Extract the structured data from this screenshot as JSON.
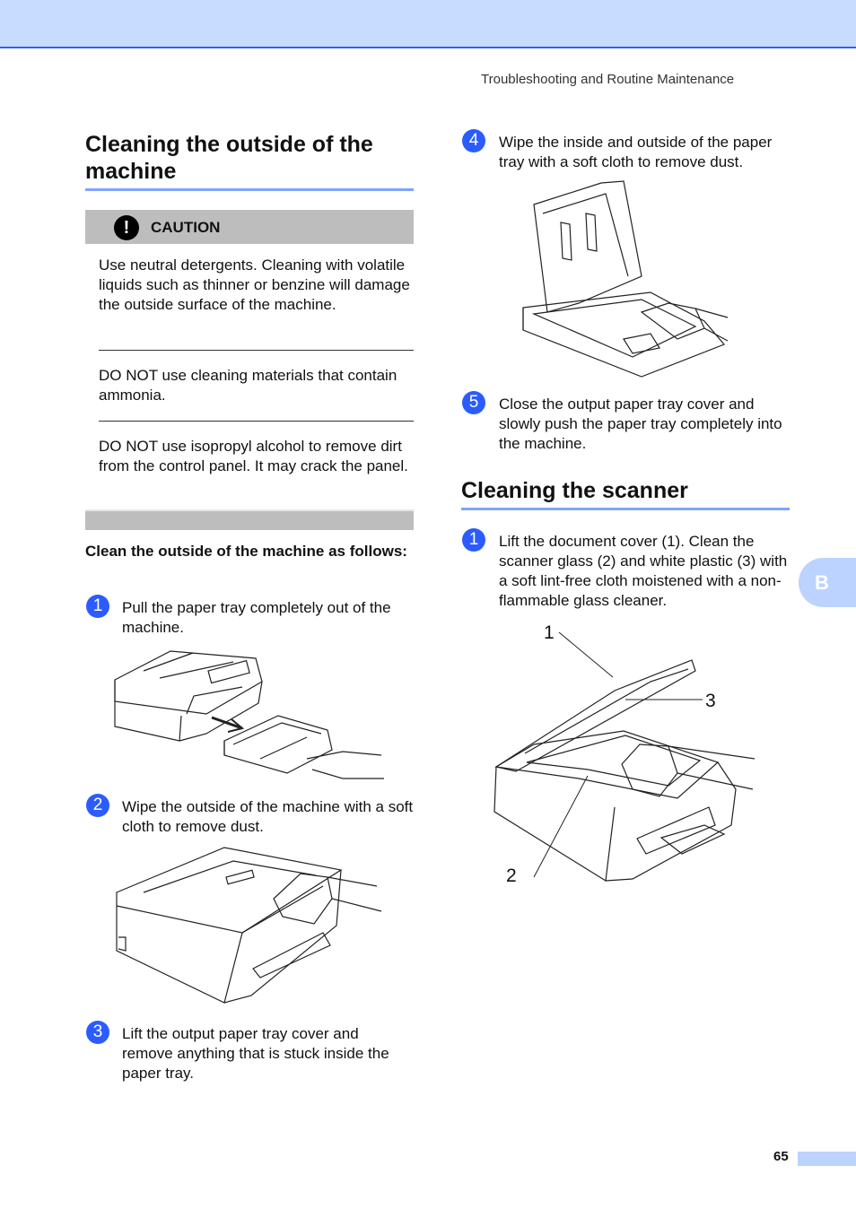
{
  "header": {
    "running_head": "Troubleshooting and Routine Maintenance"
  },
  "left": {
    "title": "Cleaning the outside of the machine",
    "caution": {
      "label": "CAUTION",
      "paragraphs": [
        "Use neutral detergents. Cleaning with volatile liquids such as thinner or benzine will damage the outside surface of the machine.",
        "DO NOT use cleaning materials that contain ammonia.",
        "DO NOT use isopropyl alcohol to remove dirt from the control panel. It may crack the panel."
      ]
    },
    "subheading": "Clean the outside of the machine as follows:",
    "steps": [
      {
        "num": "1",
        "text": "Pull the paper tray completely out of the machine."
      },
      {
        "num": "2",
        "text": "Wipe the outside of the machine with a soft cloth to remove dust."
      },
      {
        "num": "3",
        "text": "Lift the output paper tray cover and remove anything that is stuck inside the paper tray."
      }
    ]
  },
  "right": {
    "steps": [
      {
        "num": "4",
        "text": "Wipe the inside and outside of the paper tray with a soft cloth to remove dust."
      },
      {
        "num": "5",
        "text": "Close the output paper tray cover and slowly push the paper tray completely into the machine."
      }
    ],
    "scanner_title": "Cleaning the scanner",
    "scanner_steps": [
      {
        "num": "1",
        "text": "Lift the document cover (1). Clean the scanner glass (2) and white plastic (3) with a soft lint-free cloth moistened with a non-flammable glass cleaner."
      }
    ],
    "callouts": [
      "1",
      "3",
      "2"
    ]
  },
  "side_tab": "B",
  "footer": {
    "page_number": "65"
  }
}
